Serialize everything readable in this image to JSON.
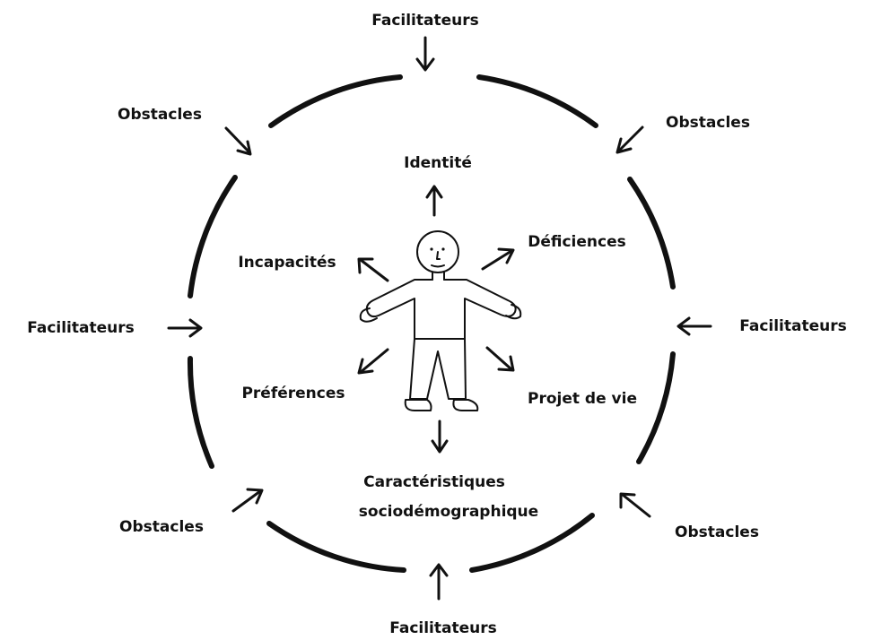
{
  "labels": {
    "facilitateurs_top": "Facilitateurs",
    "facilitateurs_left": "Facilitateurs",
    "facilitateurs_right": "Facilitateurs",
    "facilitateurs_bottom": "Facilitateurs",
    "obstacles_top_left": "Obstacles",
    "obstacles_top_right": "Obstacles",
    "obstacles_bottom_left": "Obstacles",
    "obstacles_bottom_right": "Obstacles",
    "identite": "Identité",
    "deficiences": "Déficiences",
    "incapacites": "Incapacités",
    "preferences": "Préférences",
    "projet_de_vie": "Projet de vie",
    "caracteristiques_line1": "Caractéristiques",
    "caracteristiques_line2": "sociodémographique"
  },
  "colors": {
    "ink": "#111111",
    "background": "#ffffff"
  }
}
